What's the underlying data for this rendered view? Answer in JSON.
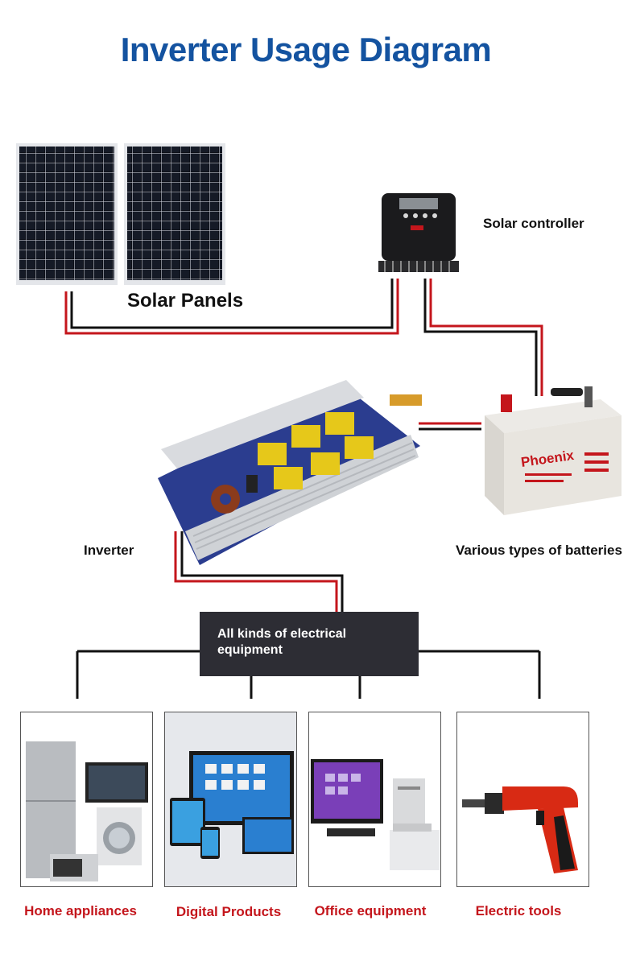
{
  "title": "Inverter Usage Diagram",
  "labels": {
    "solar_panels": "Solar Panels",
    "solar_controller": "Solar controller",
    "inverter": "Inverter",
    "batteries": "Various types of batteries",
    "electrical_equipment": "All kinds of electrical equipment"
  },
  "battery_brand": "Phoenix",
  "categories": [
    {
      "label": "Home appliances"
    },
    {
      "label": "Digital Products"
    },
    {
      "label": "Office equipment"
    },
    {
      "label": "Electric tools"
    }
  ],
  "colors": {
    "title": "#1453a0",
    "category_text": "#c4161c",
    "wire_red": "#c4161c",
    "wire_black": "#111111",
    "equipment_box": "#2d2d34"
  }
}
